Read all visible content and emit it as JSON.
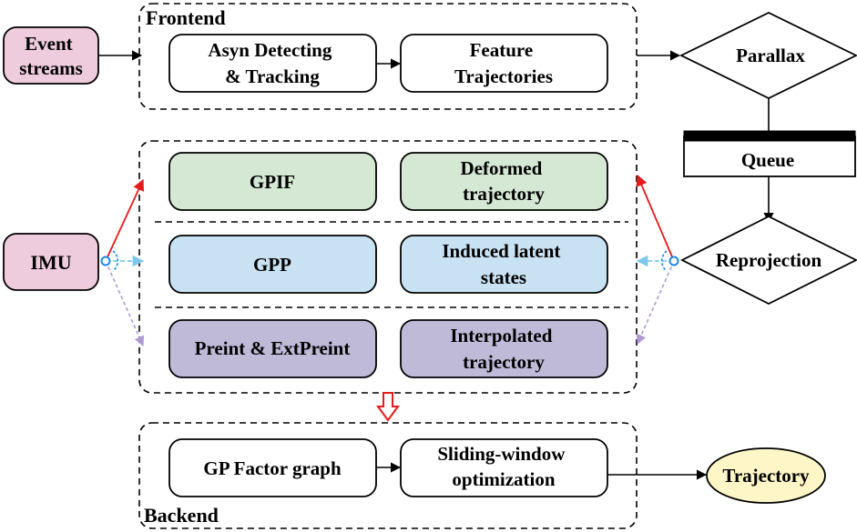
{
  "frontend": {
    "title": "Frontend",
    "event_streams": [
      "Event",
      "streams"
    ],
    "asyn": [
      "Asyn Detecting",
      "& Tracking"
    ],
    "feature": [
      "Feature",
      "Trajectories"
    ]
  },
  "parallax": "Parallax",
  "queue": "Queue",
  "reprojection": "Reprojection",
  "imu": "IMU",
  "middle": {
    "gpif": "GPIF",
    "deformed": [
      "Deformed",
      "trajectory"
    ],
    "gpp": "GPP",
    "induced": [
      "Induced latent",
      "states"
    ],
    "preint": "Preint & ExtPreint",
    "interpolated": [
      "Interpolated",
      "trajectory"
    ]
  },
  "backend": {
    "title": "Backend",
    "gp_factor": "GP Factor graph",
    "sliding": [
      "Sliding-window",
      "optimization"
    ],
    "trajectory": "Trajectory"
  },
  "colors": {
    "pink": "#EFCCDD",
    "green": "#D5E8D4",
    "blue": "#C9E2F3",
    "purple": "#C0BAD9",
    "yellow": "#FEF6C6",
    "red": "#E41A1C",
    "cyan": "#7CC9EC",
    "lavender": "#B09AD3"
  }
}
